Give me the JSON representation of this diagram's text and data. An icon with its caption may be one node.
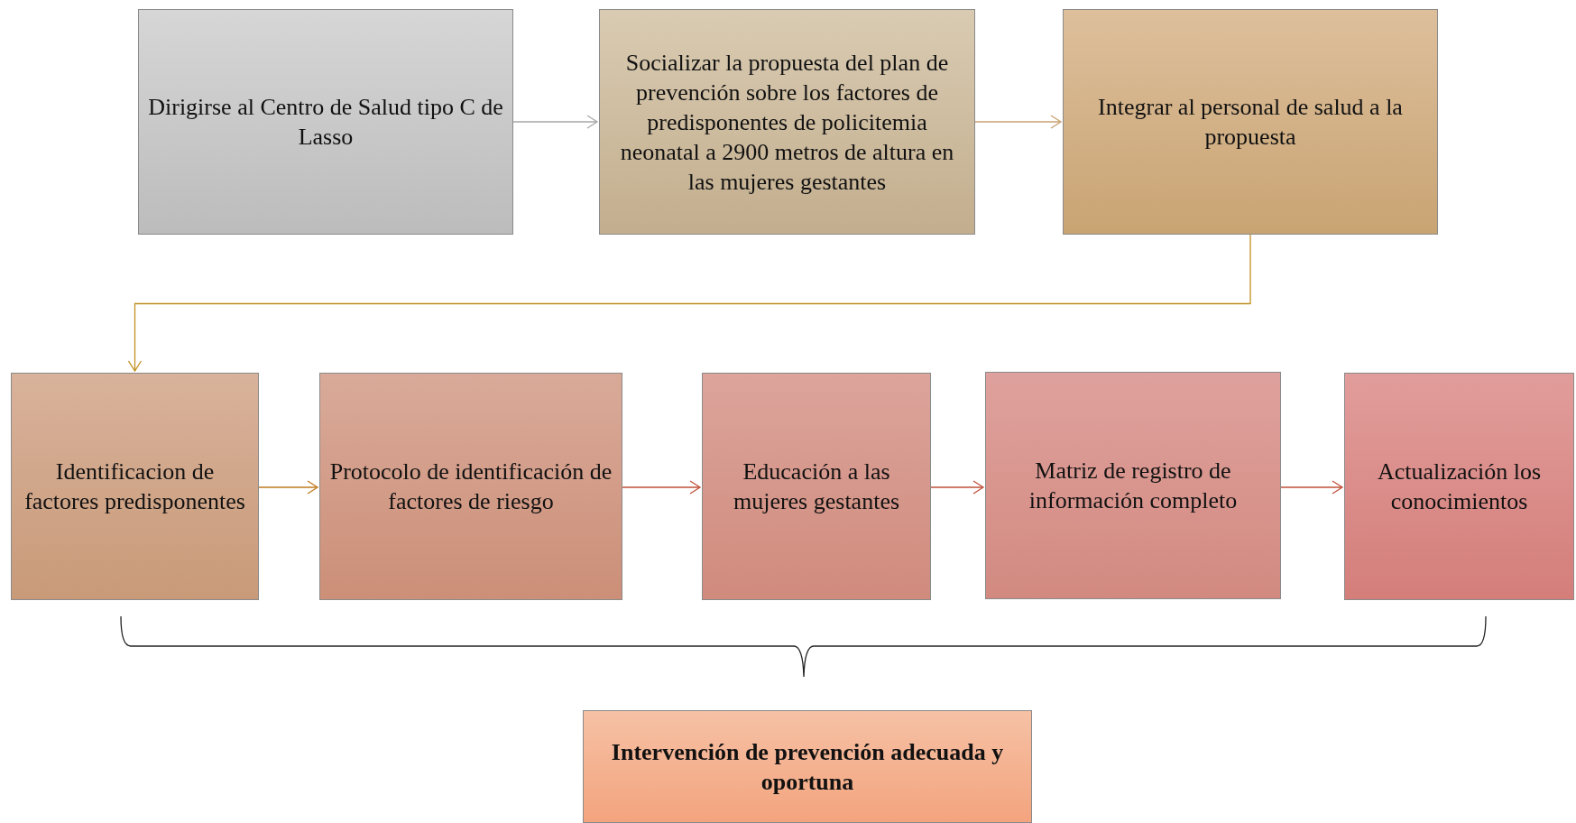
{
  "diagram": {
    "nodes": [
      {
        "text": [
          "Dirigirse al Centro de Salud tipo C de Lasso"
        ]
      },
      {
        "text": [
          "Socializar la propuesta del plan de prevención sobre los factores de predisponentes de policitemia neonatal a 2900 metros de altura en las mujeres gestantes"
        ]
      },
      {
        "text": [
          "Integrar al personal de salud a la propuesta"
        ]
      },
      {
        "text": [
          "Identificacion de factores predisponentes"
        ]
      },
      {
        "text": [
          "Protocolo de identificación de factores de riesgo"
        ]
      },
      {
        "text": [
          "Educación a las mujeres gestantes"
        ]
      },
      {
        "text": [
          "Matriz de registro de información completo"
        ]
      },
      {
        "text": [
          "Actualización los conocimientos"
        ]
      },
      {
        "text": [
          "Intervención de prevención adecuada y oportuna"
        ]
      }
    ],
    "edges": [
      {
        "from": 0,
        "to": 1,
        "arrow": "to",
        "color": "#a6a6a6"
      },
      {
        "from": 1,
        "to": 2,
        "arrow": "to",
        "color": "#c8a070"
      },
      {
        "from": 2,
        "to": 3,
        "arrow": "to",
        "color": "#c09020"
      },
      {
        "from": 3,
        "to": 4,
        "arrow": "to",
        "color": "#c07a20"
      },
      {
        "from": 4,
        "to": 5,
        "arrow": "to"
      },
      {
        "from": 5,
        "to": 6,
        "arrow": "to"
      },
      {
        "from": 6,
        "to": 7,
        "arrow": "to"
      }
    ]
  }
}
